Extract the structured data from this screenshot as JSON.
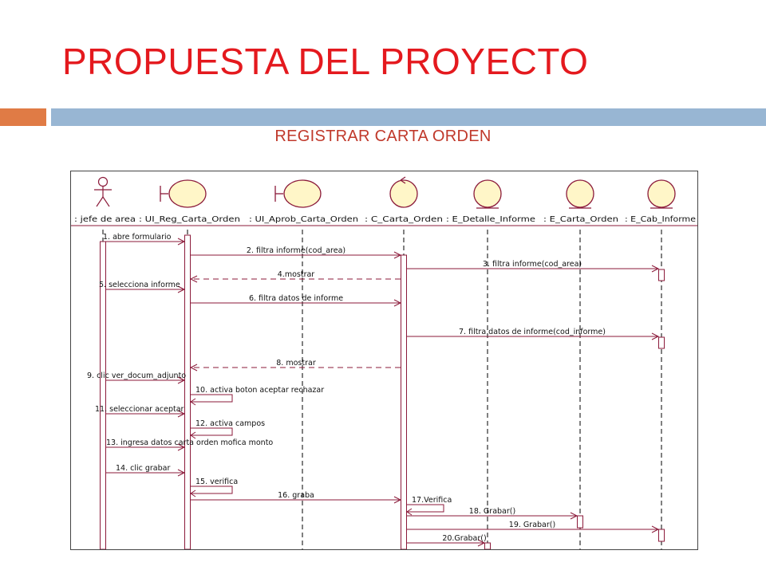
{
  "slide": {
    "title": "PROPUESTA DEL PROYECTO",
    "subtitle": "REGISTRAR CARTA ORDEN",
    "colors": {
      "title": "#e4191e",
      "accent_bar": "#e07b45",
      "main_bar": "#98b6d3",
      "diagram_line": "#8b1a3a",
      "icon_fill": "#fff6c8"
    }
  },
  "diagram": {
    "participants": [
      {
        "id": "actor",
        "name": ": jefe de area",
        "kind": "actor"
      },
      {
        "id": "ui_reg",
        "name": ": UI_Reg_Carta_Orden",
        "kind": "boundary"
      },
      {
        "id": "ui_aprob",
        "name": ": UI_Aprob_Carta_Orden",
        "kind": "boundary"
      },
      {
        "id": "c_carta",
        "name": ": C_Carta_Orden",
        "kind": "control"
      },
      {
        "id": "e_detalle",
        "name": ": E_Detalle_Informe",
        "kind": "entity"
      },
      {
        "id": "e_carta",
        "name": ": E_Carta_Orden",
        "kind": "entity"
      },
      {
        "id": "e_cab",
        "name": ": E_Cab_Informe",
        "kind": "entity"
      }
    ],
    "messages": [
      {
        "from": "actor",
        "to": "ui_reg",
        "label": "1. abre formulario",
        "type": "sync"
      },
      {
        "from": "ui_reg",
        "to": "c_carta",
        "label": "2. filtra informe(cod_area)",
        "type": "sync"
      },
      {
        "from": "c_carta",
        "to": "e_cab",
        "label": "3. filtra informe(cod_area)",
        "type": "sync"
      },
      {
        "from": "c_carta",
        "to": "ui_reg",
        "label": "4.mostrar",
        "type": "return"
      },
      {
        "from": "actor",
        "to": "ui_reg",
        "label": "5. selecciona informe",
        "type": "sync"
      },
      {
        "from": "ui_reg",
        "to": "c_carta",
        "label": "6. filtra datos de informe",
        "type": "sync"
      },
      {
        "from": "c_carta",
        "to": "e_cab",
        "label": "7. filtra datos de informe(cod_informe)",
        "type": "sync"
      },
      {
        "from": "c_carta",
        "to": "ui_reg",
        "label": "8. mostrar",
        "type": "return"
      },
      {
        "from": "actor",
        "to": "ui_reg",
        "label": "9. clic ver_docum_adjunto",
        "type": "sync"
      },
      {
        "from": "ui_reg",
        "to": "ui_reg",
        "label": "10. activa boton aceptar rechazar",
        "type": "self"
      },
      {
        "from": "actor",
        "to": "ui_reg",
        "label": "11. seleccionar aceptar",
        "type": "sync"
      },
      {
        "from": "ui_reg",
        "to": "ui_reg",
        "label": "12. activa campos",
        "type": "self"
      },
      {
        "from": "actor",
        "to": "ui_reg",
        "label": "13. ingresa datos carta orden mofica monto",
        "type": "sync"
      },
      {
        "from": "actor",
        "to": "ui_reg",
        "label": "14. clic grabar",
        "type": "sync"
      },
      {
        "from": "ui_reg",
        "to": "ui_reg",
        "label": "15. verifica",
        "type": "self"
      },
      {
        "from": "ui_reg",
        "to": "c_carta",
        "label": "16. graba",
        "type": "sync"
      },
      {
        "from": "c_carta",
        "to": "c_carta",
        "label": "17.Verifica",
        "type": "self"
      },
      {
        "from": "c_carta",
        "to": "e_carta",
        "label": "18. Grabar()",
        "type": "sync"
      },
      {
        "from": "c_carta",
        "to": "e_cab",
        "label": "19. Grabar()",
        "type": "sync"
      },
      {
        "from": "c_carta",
        "to": "e_detalle",
        "label": "20.Grabar()",
        "type": "sync"
      }
    ]
  }
}
